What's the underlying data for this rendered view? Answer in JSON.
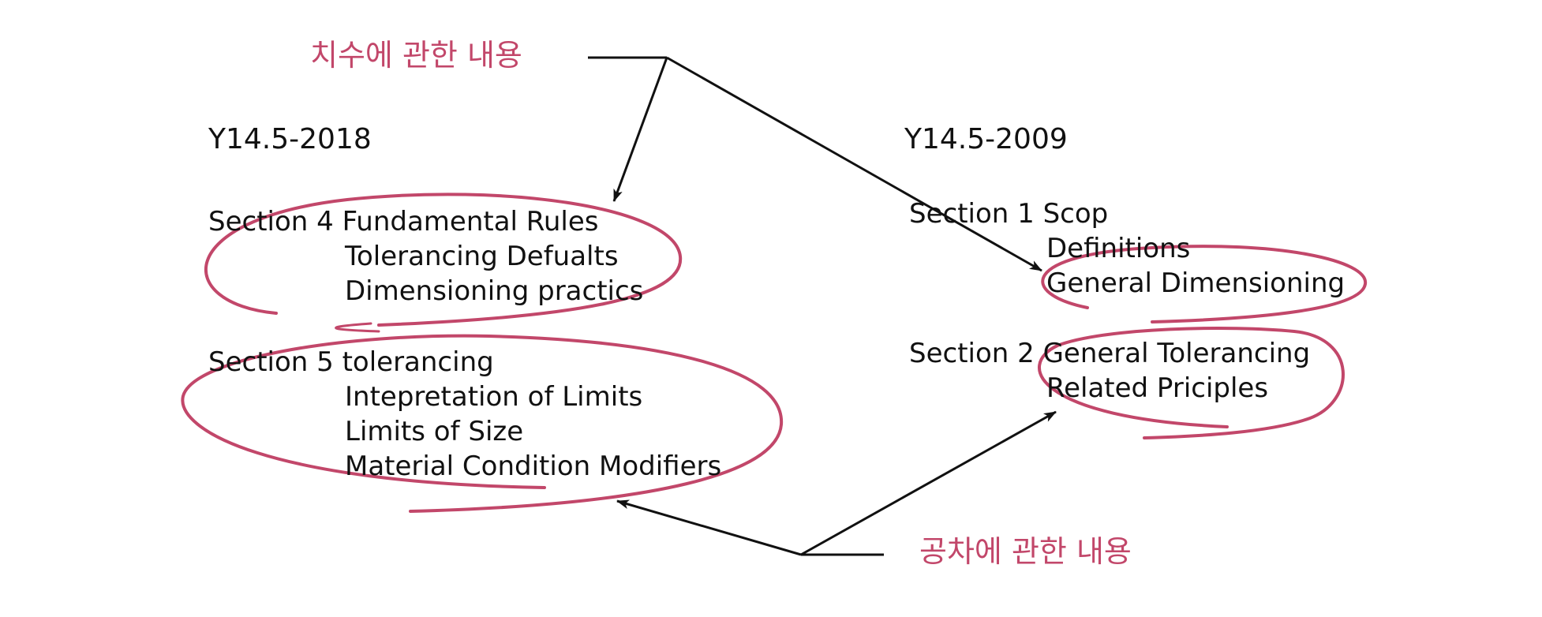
{
  "colors": {
    "annotation": "#c2476a",
    "text": "#111111"
  },
  "annotations": {
    "top": "치수에 관한 내용",
    "bottom": "공차에 관한 내용"
  },
  "left": {
    "version": "Y14.5-2018",
    "section4": {
      "title": "Section 4 Fundamental Rules",
      "items": [
        "Tolerancing Defualts",
        "Dimensioning practics"
      ]
    },
    "section5": {
      "title": "Section 5 tolerancing",
      "items": [
        "Intepretation of Limits",
        "Limits of Size",
        "Material Condition Modifiers"
      ]
    }
  },
  "right": {
    "version": "Y14.5-2009",
    "section1": {
      "title": "Section 1 Scop",
      "items": [
        "Definitions",
        "General Dimensioning"
      ]
    },
    "section2": {
      "title": "Section 2 General Tolerancing",
      "items": [
        "Related Priciples"
      ]
    }
  }
}
